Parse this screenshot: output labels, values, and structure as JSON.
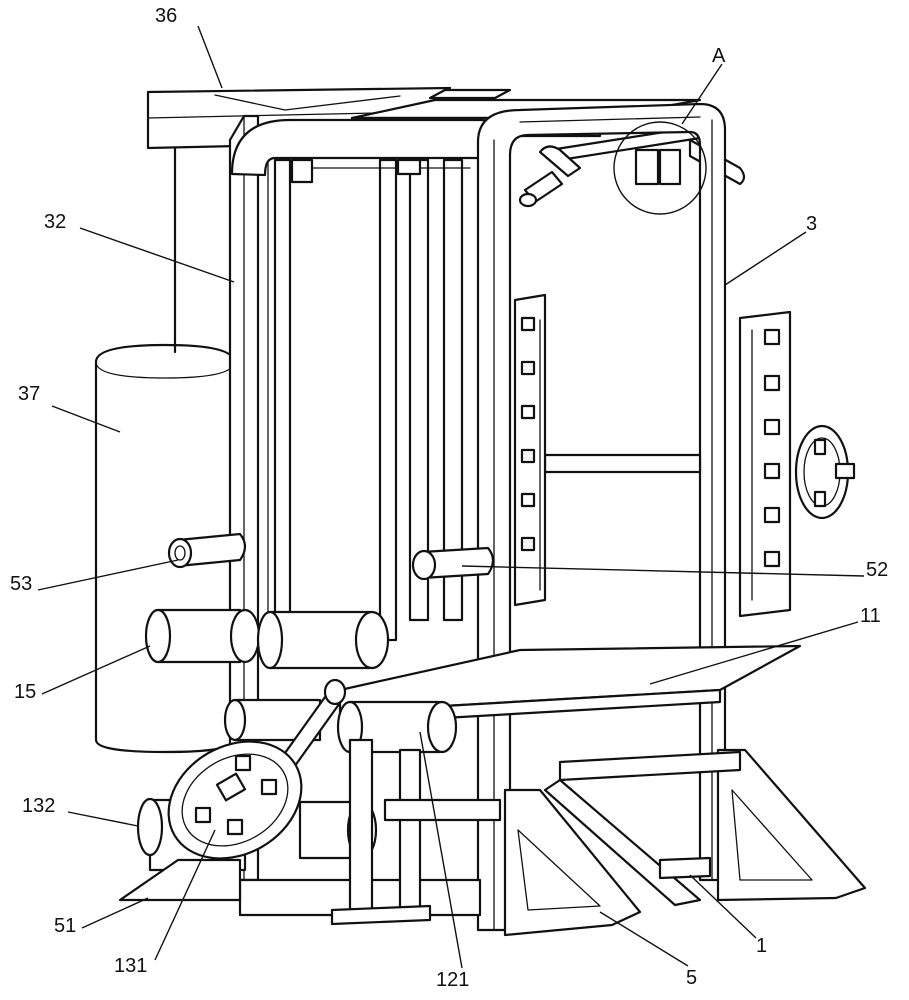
{
  "labels": [
    {
      "id": "36",
      "text": "36"
    },
    {
      "id": "A",
      "text": "A"
    },
    {
      "id": "32",
      "text": "32"
    },
    {
      "id": "3",
      "text": "3"
    },
    {
      "id": "37",
      "text": "37"
    },
    {
      "id": "53",
      "text": "53"
    },
    {
      "id": "52",
      "text": "52"
    },
    {
      "id": "11",
      "text": "11"
    },
    {
      "id": "15",
      "text": "15"
    },
    {
      "id": "132",
      "text": "132"
    },
    {
      "id": "51",
      "text": "51"
    },
    {
      "id": "131",
      "text": "131"
    },
    {
      "id": "121",
      "text": "121"
    },
    {
      "id": "5",
      "text": "5"
    },
    {
      "id": "1",
      "text": "1"
    }
  ]
}
